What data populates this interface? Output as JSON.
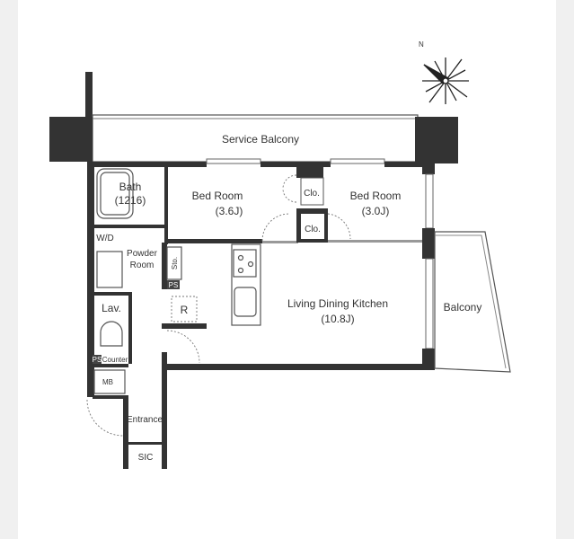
{
  "compass": {
    "north_label": "N"
  },
  "rooms": {
    "service_balcony": "Service Balcony",
    "bath": {
      "name": "Bath",
      "size": "(1216)"
    },
    "bedroom1": {
      "name": "Bed Room",
      "size": "(3.6J)"
    },
    "bedroom2": {
      "name": "Bed Room",
      "size": "(3.0J)"
    },
    "closet1": "Clo.",
    "closet2": "Clo.",
    "wd": "W/D",
    "powder_room": {
      "line1": "Powder",
      "line2": "Room"
    },
    "storage": "Sto.",
    "ps1": "PS",
    "ps2": "PS",
    "refrigerator": "R",
    "ldk": {
      "name": "Living Dining Kitchen",
      "size": "(10.8J)"
    },
    "balcony": "Balcony",
    "lavatory": "Lav.",
    "counter": "Counter",
    "mb": "MB",
    "entrance": "Entrance",
    "sic": "SIC"
  }
}
